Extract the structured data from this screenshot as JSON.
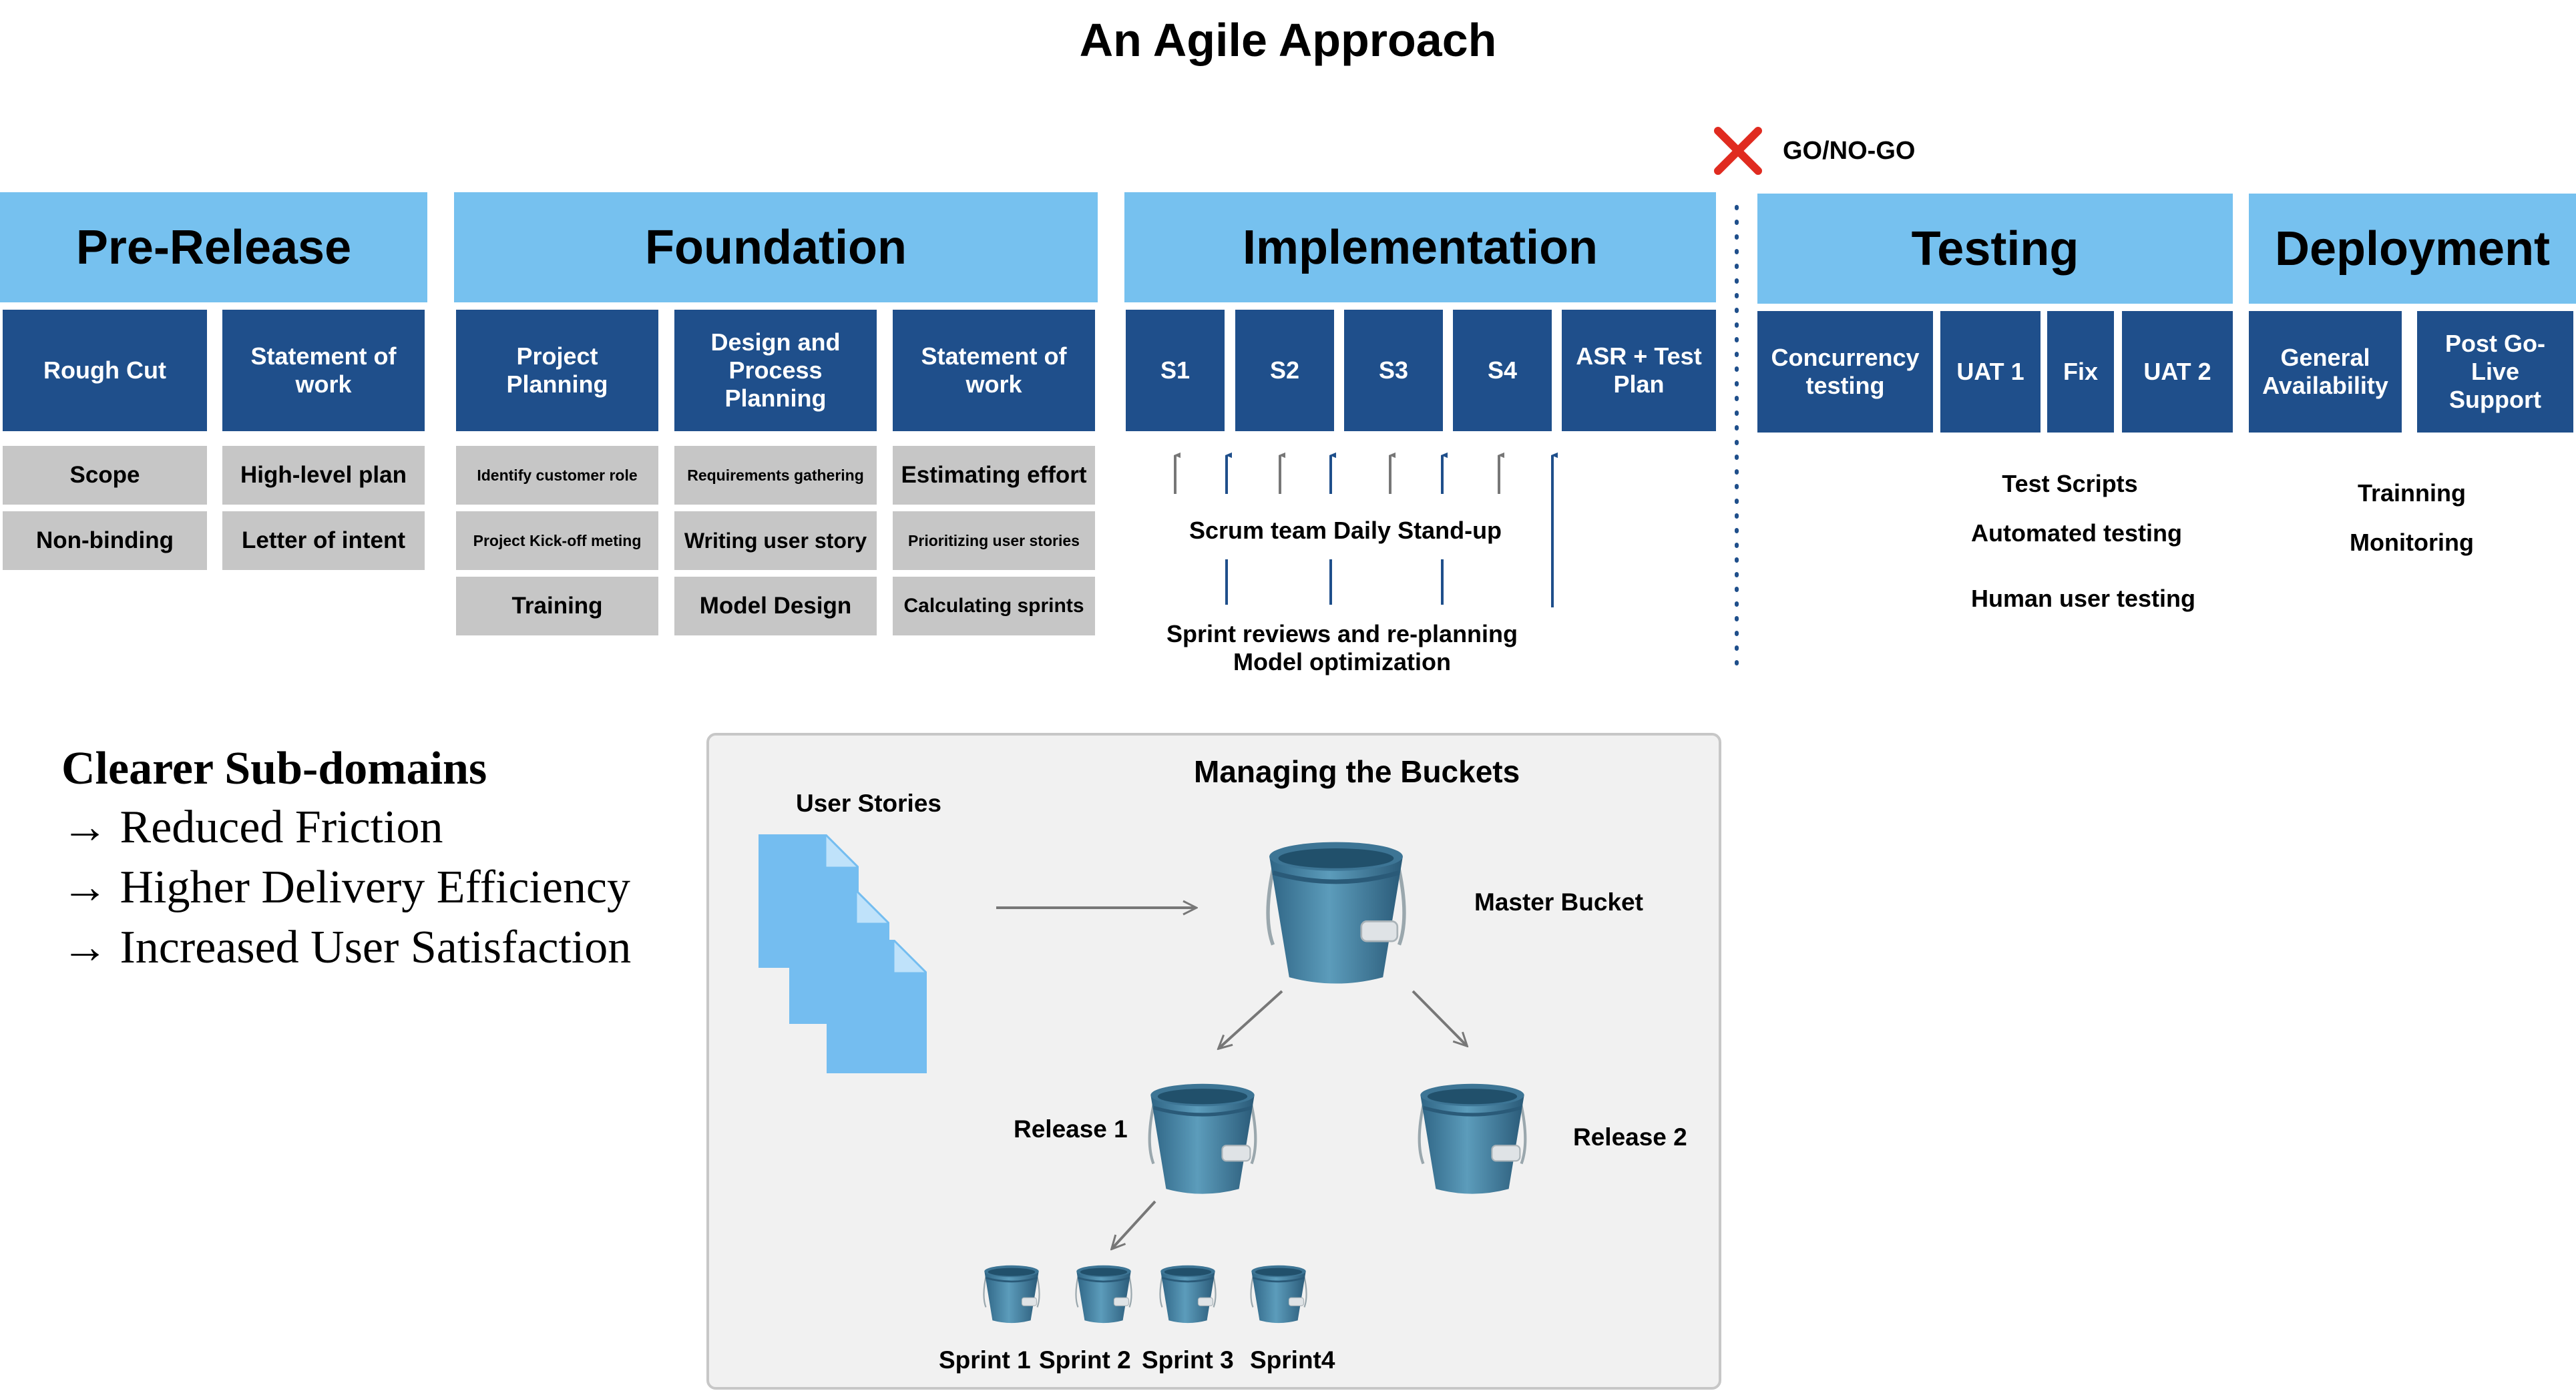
{
  "title": "An Agile Approach",
  "gonogo": "GO/NO-GO",
  "phases": {
    "pre_release": "Pre-Release",
    "foundation": "Foundation",
    "implementation": "Implementation",
    "testing": "Testing",
    "deployment": "Deployment"
  },
  "steps": {
    "rough_cut": "Rough Cut",
    "sow_pre": [
      "Statement of",
      "work"
    ],
    "project_planning": [
      "Project",
      "Planning"
    ],
    "design": [
      "Design and",
      "Process",
      "Planning"
    ],
    "sow_found": [
      "Statement of",
      "work"
    ],
    "s1": "S1",
    "s2": "S2",
    "s3": "S3",
    "s4": "S4",
    "asr": [
      "ASR + Test",
      "Plan"
    ],
    "concurrency": [
      "Concurrency",
      "testing"
    ],
    "uat1": "UAT 1",
    "fix": "Fix",
    "uat2": "UAT 2",
    "ga": [
      "General",
      "Availability"
    ],
    "post": [
      "Post Go-",
      "Live",
      "Support"
    ]
  },
  "subitems": {
    "scope": "Scope",
    "non_binding": "Non-binding",
    "high_level_plan": "High-level plan",
    "letter_of_intent": "Letter of intent",
    "identify_customer_role": "Identify customer role",
    "project_kickoff": "Project Kick-off meting",
    "training": "Training",
    "requirements_gathering": "Requirements gathering",
    "writing_user_story": "Writing user story",
    "model_design": "Model Design",
    "estimating_effort": "Estimating effort",
    "prioritizing": "Prioritizing user stories",
    "calculating_sprints": "Calculating sprints"
  },
  "implementation_notes": {
    "standup": "Scrum team Daily Stand-up",
    "reviews": "Sprint reviews and re-planning",
    "optimization": "Model optimization"
  },
  "testing_notes": [
    "Test Scripts",
    "Automated testing",
    "Human user testing"
  ],
  "deployment_notes": [
    "Trainning",
    "Monitoring"
  ],
  "claims": {
    "heading": "Clearer Sub-domains",
    "items": [
      "→ Reduced Friction",
      "→ Higher Delivery Efficiency",
      "→ Increased User Satisfaction"
    ]
  },
  "buckets": {
    "title": "Managing the Buckets",
    "user_stories": "User Stories",
    "master": "Master Bucket",
    "release1": "Release 1",
    "release2": "Release 2",
    "sprints": [
      "Sprint 1",
      "Sprint 2",
      "Sprint 3",
      "Sprint4"
    ]
  },
  "colors": {
    "phase": "#76c1ef",
    "step": "#1f4f8b",
    "sub": "#c6c6c6",
    "x_mark": "#e02b20",
    "bucket": "#4f88a6"
  }
}
